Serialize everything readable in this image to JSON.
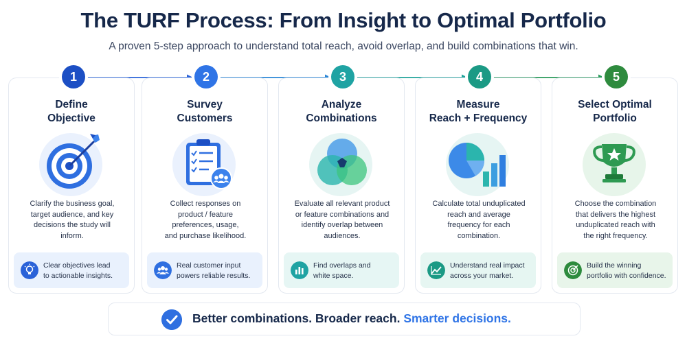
{
  "header": {
    "title": "The TURF Process: From Insight to Optimal Portfolio",
    "subtitle": "A proven 5-step approach to understand total reach, avoid overlap, and build combinations that win."
  },
  "steps": [
    {
      "number": "1",
      "title": [
        "Define",
        "Objective"
      ],
      "icon": "target-icon",
      "description": [
        "Clarify the business goal,",
        "target audience, and key",
        "decisions the study will",
        "inform."
      ],
      "benefit_icon": "lightbulb-icon",
      "benefit": [
        "Clear objectives lead",
        "to actionable insights."
      ],
      "color": "#1c4fc4"
    },
    {
      "number": "2",
      "title": [
        "Survey",
        "Customers"
      ],
      "icon": "clipboard-survey-icon",
      "description": [
        "Collect responses on",
        "product / feature",
        "preferences, usage,",
        "and purchase likelihood."
      ],
      "benefit_icon": "people-icon",
      "benefit": [
        "Real customer input",
        "powers reliable results."
      ],
      "color": "#2f74e6"
    },
    {
      "number": "3",
      "title": [
        "Analyze",
        "Combinations"
      ],
      "icon": "venn-diagram-icon",
      "description": [
        "Evaluate all relevant product",
        "or feature combinations and",
        "identify overlap between",
        "audiences."
      ],
      "benefit_icon": "bar-chart-icon",
      "benefit": [
        "Find overlaps and",
        "white space."
      ],
      "color": "#1fa3a3"
    },
    {
      "number": "4",
      "title": [
        "Measure",
        "Reach + Frequency"
      ],
      "icon": "pie-bar-chart-icon",
      "description": [
        "Calculate total unduplicated",
        "reach and average",
        "frequency for each",
        "combination."
      ],
      "benefit_icon": "trend-line-icon",
      "benefit": [
        "Understand real impact",
        "across your market."
      ],
      "color": "#1b9a85"
    },
    {
      "number": "5",
      "title": [
        "Select Optimal",
        "Portfolio"
      ],
      "icon": "trophy-icon",
      "description": [
        "Choose the combination",
        "that delivers the highest",
        "unduplicated reach with",
        "the right frequency."
      ],
      "benefit_icon": "target-check-icon",
      "benefit": [
        "Build the winning",
        "portfolio with confidence."
      ],
      "color": "#2e8b3e"
    }
  ],
  "footer": {
    "icon": "checkmark-icon",
    "text_part1": "Better combinations. Broader reach. ",
    "text_highlight": "Smarter decisions."
  }
}
